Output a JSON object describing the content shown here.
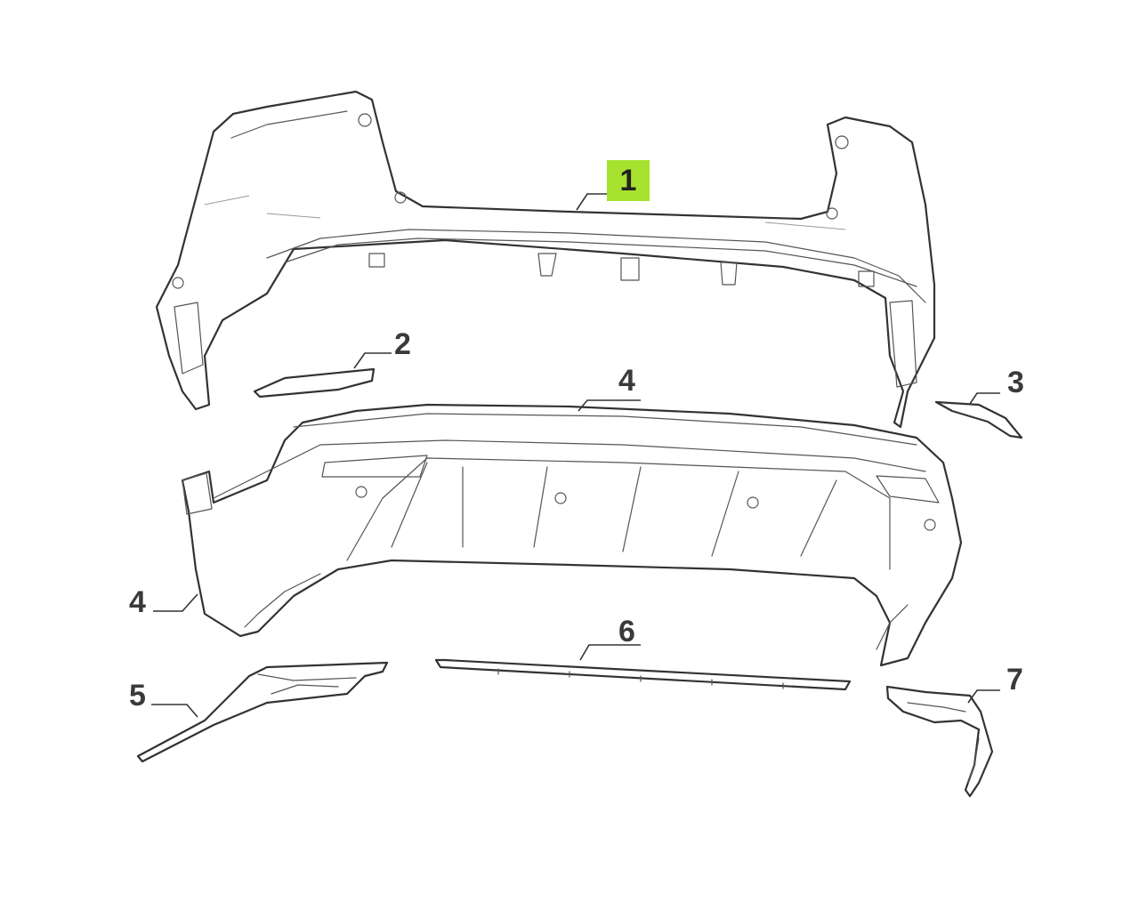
{
  "callouts": {
    "c1": "1",
    "c2": "2",
    "c3": "3",
    "c4a": "4",
    "c4b": "4",
    "c5": "5",
    "c6": "6",
    "c7": "7"
  },
  "highlight_color": "#a6e22e"
}
